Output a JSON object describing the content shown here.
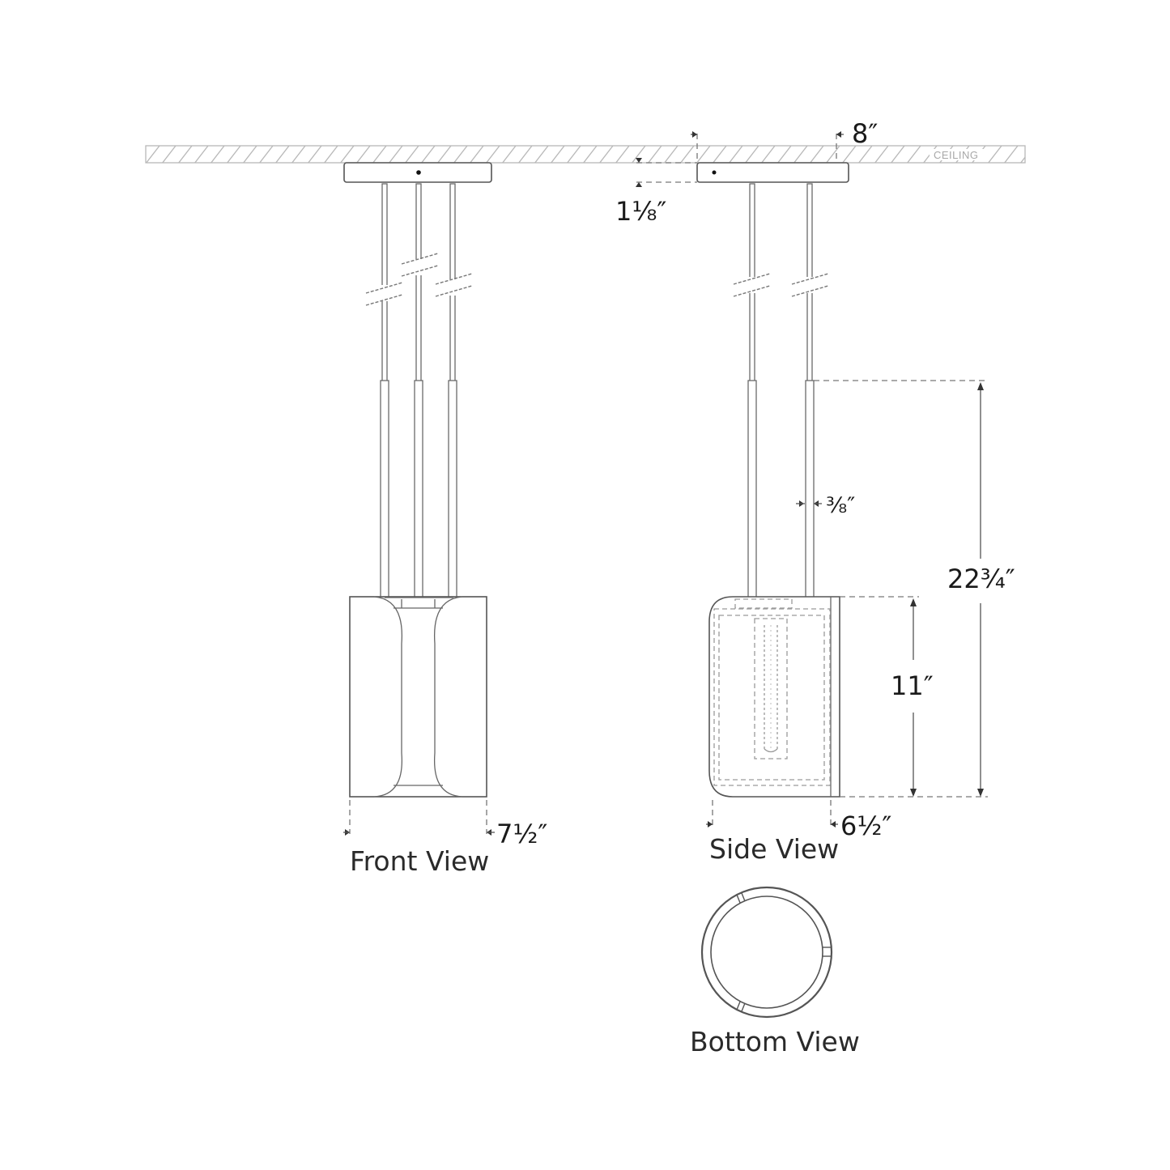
{
  "diagram": {
    "ceiling_label": "CEILING",
    "views": {
      "front": {
        "label": "Front View",
        "width_dim": "7½″"
      },
      "side": {
        "label": "Side View",
        "width_dim": "6½″",
        "canopy_width_dim": "8″",
        "canopy_height_dim": "1⅛″",
        "rod_diameter_dim": "⅜″",
        "shade_height_dim": "11″",
        "min_height_dim": "22¾″"
      },
      "bottom": {
        "label": "Bottom View"
      }
    },
    "colors": {
      "line": "#555555",
      "hatch": "#b8b8b8",
      "text": "#1a1a1a"
    }
  }
}
